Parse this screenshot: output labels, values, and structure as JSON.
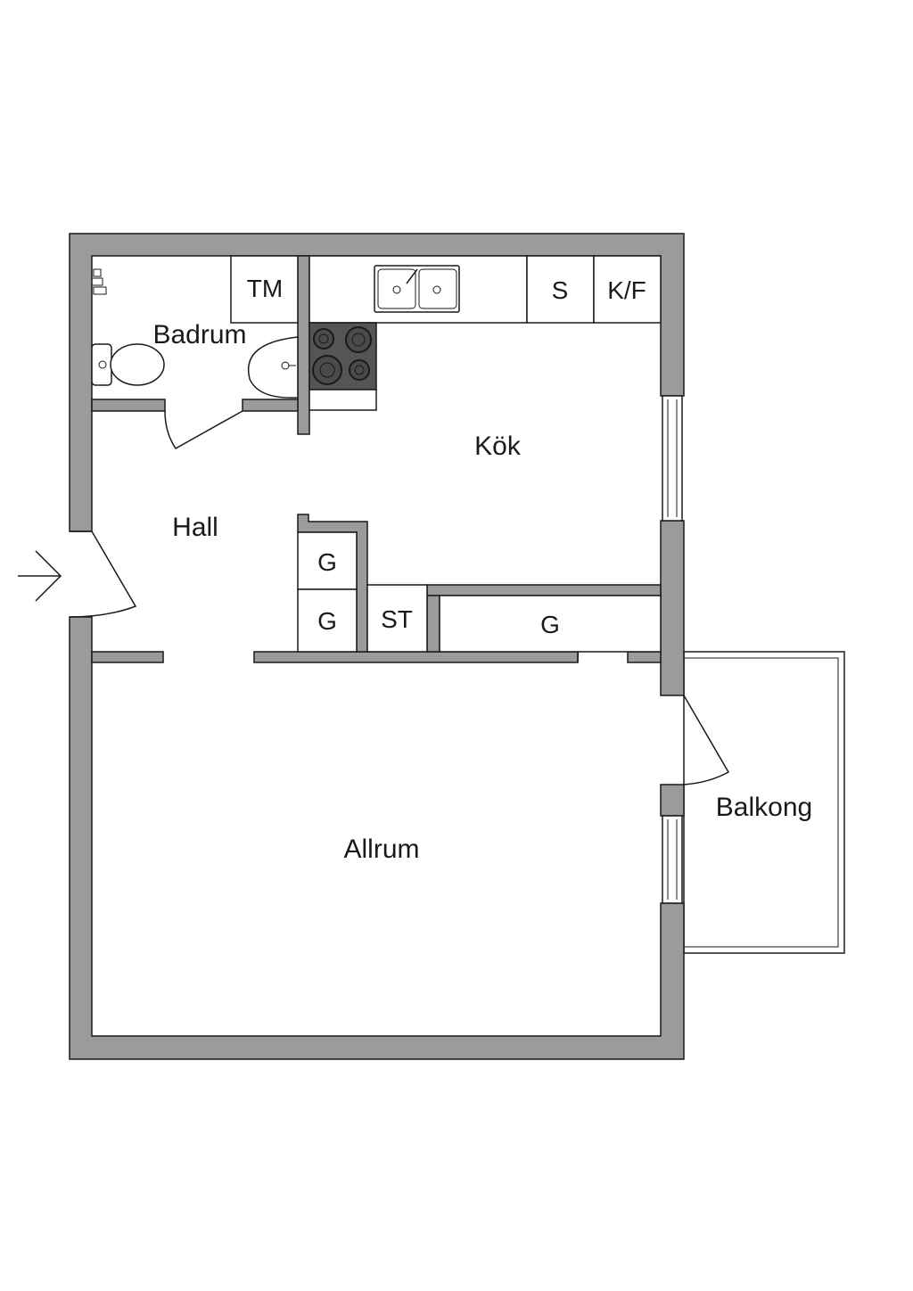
{
  "rooms": {
    "badrum": "Badrum",
    "kok": "Kök",
    "hall": "Hall",
    "allrum": "Allrum",
    "balkong": "Balkong"
  },
  "fixtures": {
    "tm": "TM",
    "s": "S",
    "kf": "K/F",
    "g1": "G",
    "g2": "G",
    "st": "ST",
    "g3": "G"
  },
  "colors": {
    "wall": "#9b9b9b",
    "line": "#1a1a1a",
    "stove": "#555555"
  },
  "icons": [
    "entrance-arrow-icon",
    "toilet-icon",
    "sink-icon",
    "stove-icon",
    "kitchen-sink-icon",
    "faucet-icon"
  ]
}
